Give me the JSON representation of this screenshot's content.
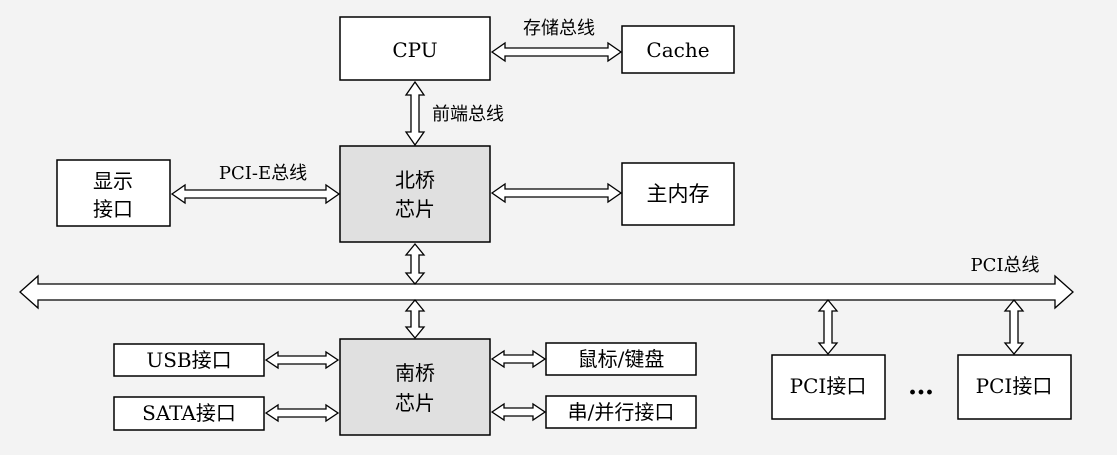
{
  "boxes": {
    "cpu": "CPU",
    "cache": "Cache",
    "display": [
      "显示",
      "接口"
    ],
    "northbridge": [
      "北桥",
      "芯片"
    ],
    "main_memory": "主内存",
    "southbridge": [
      "南桥",
      "芯片"
    ],
    "usb": "USB接口",
    "sata": "SATA接口",
    "mouse_keyboard": "鼠标/键盘",
    "serial_parallel": "串/并行接口",
    "pci_port_1": "PCI接口",
    "pci_port_2": "PCI接口",
    "ellipsis": "…"
  },
  "buses": {
    "storage_bus": "存储总线",
    "front_side_bus": "前端总线",
    "pcie_bus": "PCI-E总线",
    "pci_bus": "PCI总线"
  },
  "colors": {
    "chip_fill": "#e0e0e0",
    "box_fill": "#ffffff",
    "stroke": "#000000",
    "background": "#f3f3f3"
  }
}
